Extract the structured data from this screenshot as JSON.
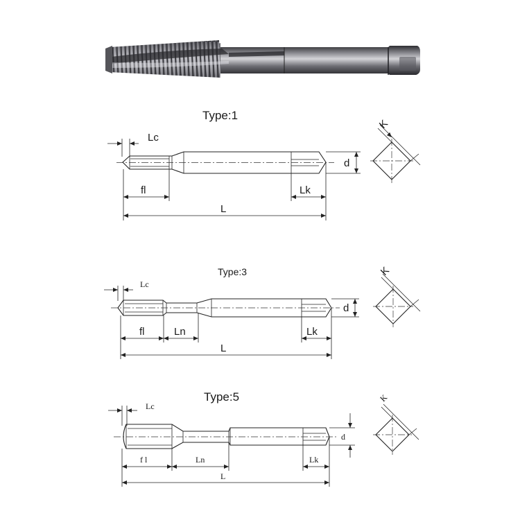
{
  "diagrams": [
    {
      "title": "Type:1",
      "labels": {
        "lc": "Lc",
        "fl": "fl",
        "lk": "Lk",
        "l": "L",
        "d": "d",
        "k": "K"
      }
    },
    {
      "title": "Type:3",
      "labels": {
        "lc": "Lc",
        "fl": "fl",
        "ln": "Ln",
        "lk": "Lk",
        "l": "L",
        "d": "d",
        "k": "K"
      }
    },
    {
      "title": "Type:5",
      "labels": {
        "lc": "Lc",
        "fl": "f l",
        "ln": "Ln",
        "lk": "Lk",
        "l": "L",
        "d": "d",
        "k": "K"
      }
    }
  ],
  "colors": {
    "line": "#222222",
    "tap_dark": "#3a3a3e",
    "tap_mid": "#7a7a80",
    "tap_light": "#c8c8cc"
  }
}
